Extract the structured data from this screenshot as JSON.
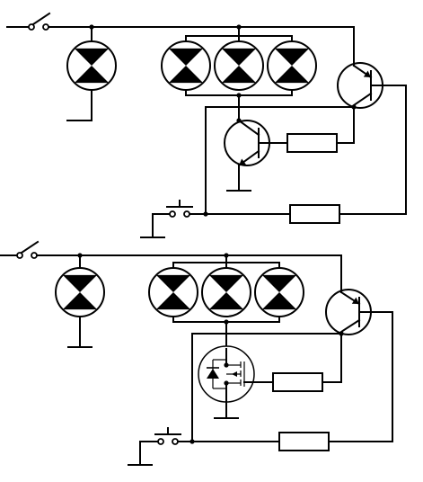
{
  "diagram": {
    "background": "#ffffff",
    "ink": "#000000",
    "circuits": [
      {
        "id": "bipolar-transistor-variant",
        "elements": [
          "main-switch",
          "single-lamp",
          "lamp-group-of-three",
          "pnp-power-transistor",
          "npn-driver-transistor",
          "base-resistor",
          "feedback-resistor",
          "pushbutton",
          "ground-symbols"
        ]
      },
      {
        "id": "mosfet-variant",
        "elements": [
          "main-switch",
          "single-lamp",
          "lamp-group-of-three",
          "pnp-power-transistor",
          "n-channel-mosfet",
          "gate-resistor",
          "feedback-resistor",
          "pushbutton",
          "ground-symbols"
        ]
      }
    ]
  }
}
